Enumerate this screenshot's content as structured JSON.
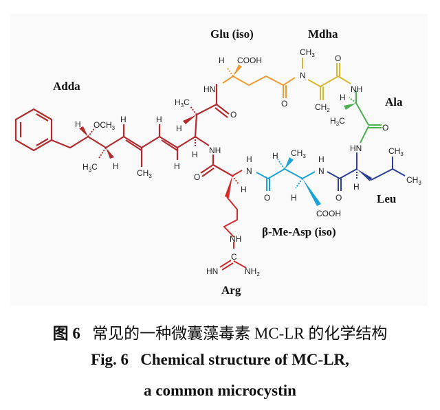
{
  "figure": {
    "residues": {
      "adda": "Adda",
      "glu": "Glu (iso)",
      "mdha": "Mdha",
      "ala": "Ala",
      "leu": "Leu",
      "measp": "β-Me-Asp (iso)",
      "arg": "Arg"
    },
    "colors": {
      "adda": "#b22a2e",
      "arg": "#d42a2a",
      "glu": "#ef9a33",
      "mdha": "#d9b62a",
      "ala": "#4caf50",
      "measp": "#1aa3d4",
      "leu": "#2b3f95"
    },
    "atoms": {
      "h": "H",
      "och3": "OCH",
      "ch3": "CH",
      "h3c": "H",
      "c_h3c": "C",
      "sub3": "3",
      "sub2": "2",
      "o": "O",
      "nh": "NH",
      "hn": "HN",
      "n": "N",
      "cooh": "COOH",
      "ch2": "CH",
      "c": "C",
      "nh2": "NH"
    }
  },
  "caption": {
    "cn_prefix": "图 6",
    "cn_text": "常见的一种微囊藻毒素 MC-LR 的化学结构",
    "en_line1_prefix": "Fig. 6",
    "en_line1_text": "Chemical structure of MC-LR,",
    "en_line2": "a common microcystin"
  }
}
